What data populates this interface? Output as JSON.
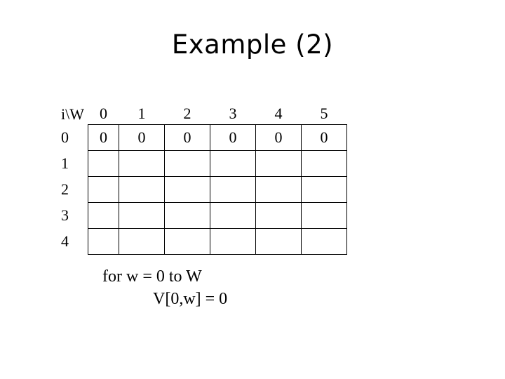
{
  "slide": {
    "title": "Example (2)"
  },
  "table": {
    "corner": "i\\W",
    "columns": [
      "0",
      "1",
      "2",
      "3",
      "4",
      "5"
    ],
    "rows": [
      {
        "label": "0",
        "cells": [
          "0",
          "0",
          "0",
          "0",
          "0",
          "0"
        ]
      },
      {
        "label": "1",
        "cells": [
          "",
          "",
          "",
          "",
          "",
          ""
        ]
      },
      {
        "label": "2",
        "cells": [
          "",
          "",
          "",
          "",
          "",
          ""
        ]
      },
      {
        "label": "3",
        "cells": [
          "",
          "",
          "",
          "",
          "",
          ""
        ]
      },
      {
        "label": "4",
        "cells": [
          "",
          "",
          "",
          "",
          "",
          ""
        ]
      }
    ]
  },
  "code": {
    "line1": "for w = 0 to W",
    "line2": "V[0,w] = 0"
  }
}
